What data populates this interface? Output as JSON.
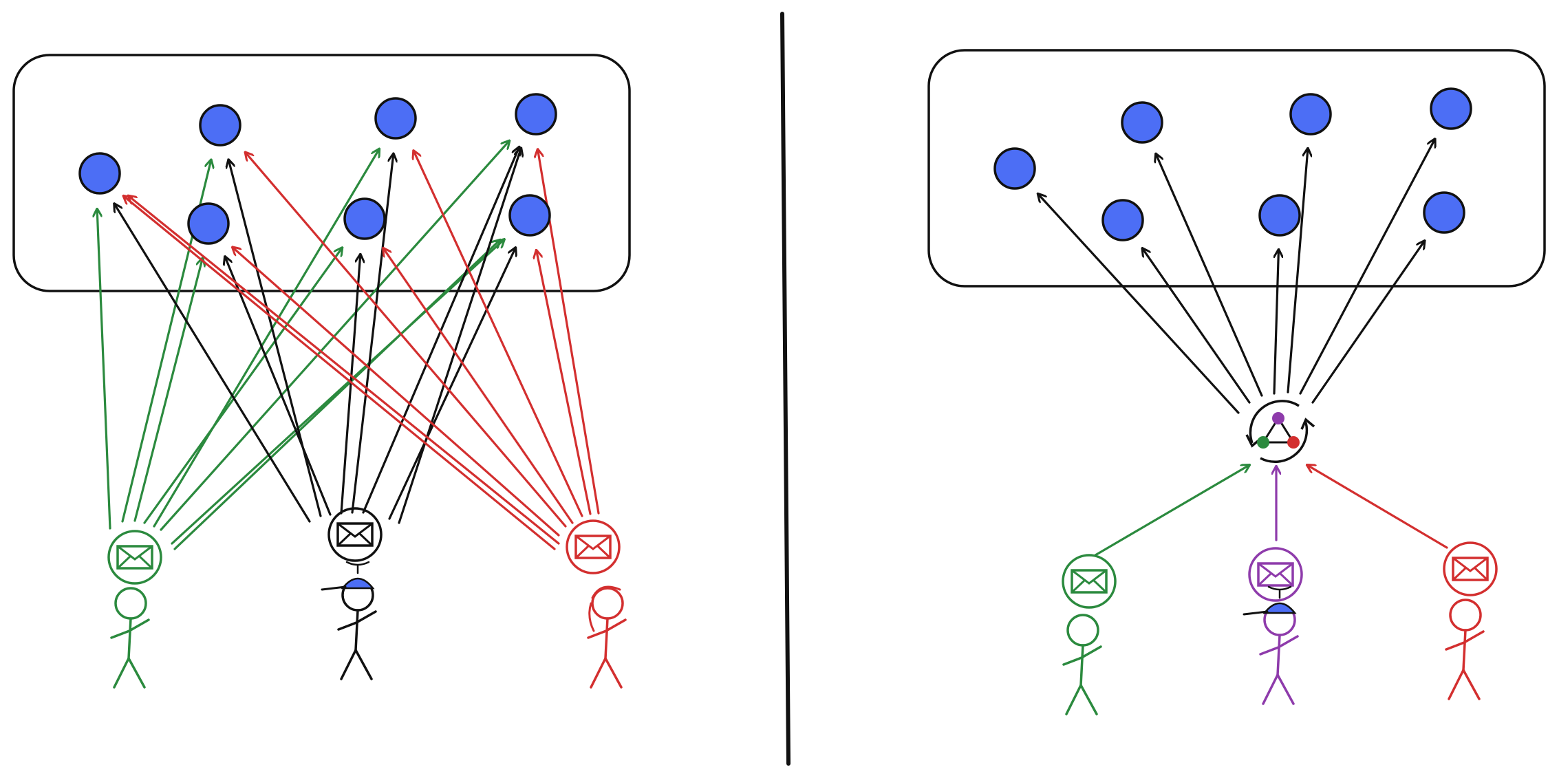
{
  "colors": {
    "green": "#2b8a3e",
    "black": "#111111",
    "red": "#d32f2f",
    "purple": "#8e3bab",
    "node_fill": "#4c6ef5",
    "node_stroke": "#111111",
    "hat": "#4c6ef5"
  },
  "left_panel": {
    "nodes": [
      "n1",
      "n2",
      "n3",
      "n4",
      "n5",
      "n6",
      "n7",
      "n8"
    ],
    "senders": [
      {
        "id": "green-sender",
        "color": "green",
        "icon": "mail-icon",
        "targets": [
          "n1",
          "n2",
          "n3",
          "n4",
          "n5",
          "n6",
          "n7",
          "n8"
        ]
      },
      {
        "id": "black-sender",
        "color": "black",
        "icon": "mail-icon",
        "targets": [
          "n1",
          "n2",
          "n3",
          "n4",
          "n5",
          "n6",
          "n7",
          "n8"
        ]
      },
      {
        "id": "red-sender",
        "color": "red",
        "icon": "mail-icon",
        "targets": [
          "n1",
          "n2",
          "n3",
          "n4",
          "n5",
          "n6",
          "n7",
          "n8"
        ]
      }
    ]
  },
  "right_panel": {
    "nodes": [
      "m1",
      "m2",
      "m3",
      "m4",
      "m5",
      "m6",
      "m7",
      "m8"
    ],
    "aggregator_icon": "consensus-cycle-icon",
    "senders": [
      {
        "id": "green-sender",
        "color": "green",
        "icon": "mail-icon"
      },
      {
        "id": "purple-sender",
        "color": "purple",
        "icon": "mail-icon"
      },
      {
        "id": "red-sender",
        "color": "red",
        "icon": "mail-icon"
      }
    ]
  }
}
